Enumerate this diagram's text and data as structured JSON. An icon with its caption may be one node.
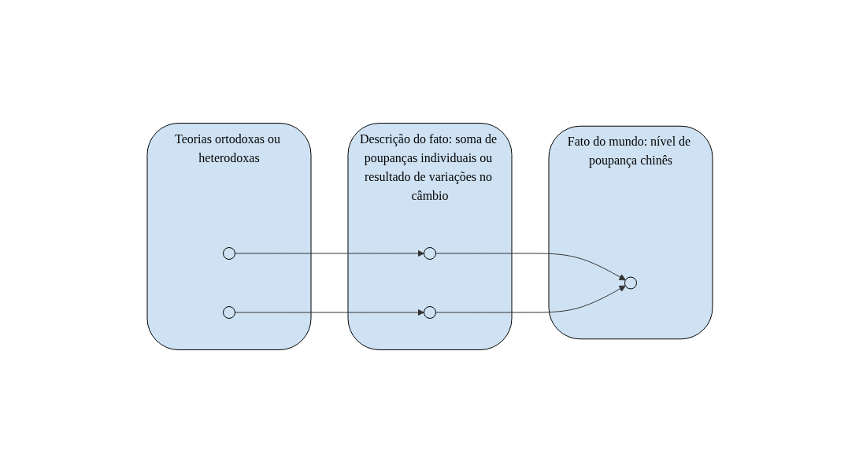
{
  "diagram": {
    "nodes": [
      {
        "text": [
          "Teorias ortodoxas ou heterodoxas"
        ]
      },
      {
        "text": [],
        "shape": "circle",
        "in": 0
      },
      {
        "text": [],
        "shape": "circle",
        "in": 0
      },
      {
        "text": [
          "Descrição do fato: soma de poupanças individuais ou resultado de variações no câmbio"
        ]
      },
      {
        "text": [],
        "shape": "circle",
        "in": 3
      },
      {
        "text": [],
        "shape": "circle",
        "in": 3
      },
      {
        "text": [
          "Fato do mundo: nível de poupança chinês"
        ]
      },
      {
        "text": [],
        "shape": "circle",
        "in": 6
      }
    ],
    "edges": [
      {
        "from": 1,
        "to": 4,
        "arrow": "to"
      },
      {
        "from": 2,
        "to": 5,
        "arrow": "to"
      },
      {
        "from": 4,
        "to": 7,
        "arrow": "to"
      },
      {
        "from": 5,
        "to": 7,
        "arrow": "to"
      }
    ]
  }
}
